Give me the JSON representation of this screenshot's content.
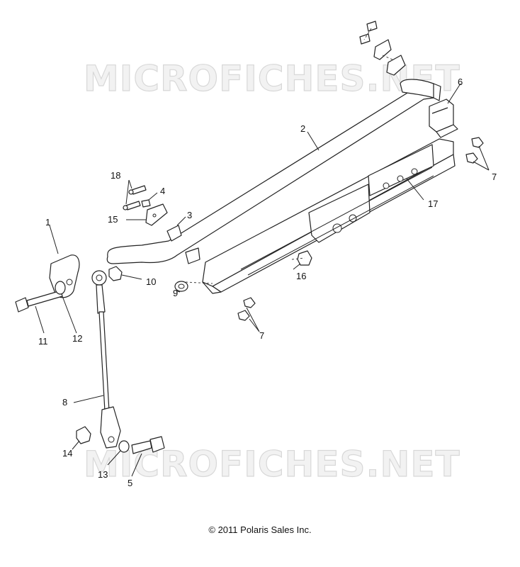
{
  "watermark": {
    "top_text": "MICROFICHES.NET",
    "bottom_text": "MICROFICHES.NET"
  },
  "callouts": {
    "c1": "1",
    "c2": "2",
    "c3": "3",
    "c4": "4",
    "c5": "5",
    "c6": "6",
    "c7a": "7",
    "c7b": "7",
    "c8": "8",
    "c9": "9",
    "c10": "10",
    "c11": "11",
    "c12": "12",
    "c13": "13",
    "c14": "14",
    "c15": "15",
    "c16": "16",
    "c17": "17",
    "c18": "18"
  },
  "footer": {
    "copyright": "© 2011 Polaris Sales Inc."
  }
}
